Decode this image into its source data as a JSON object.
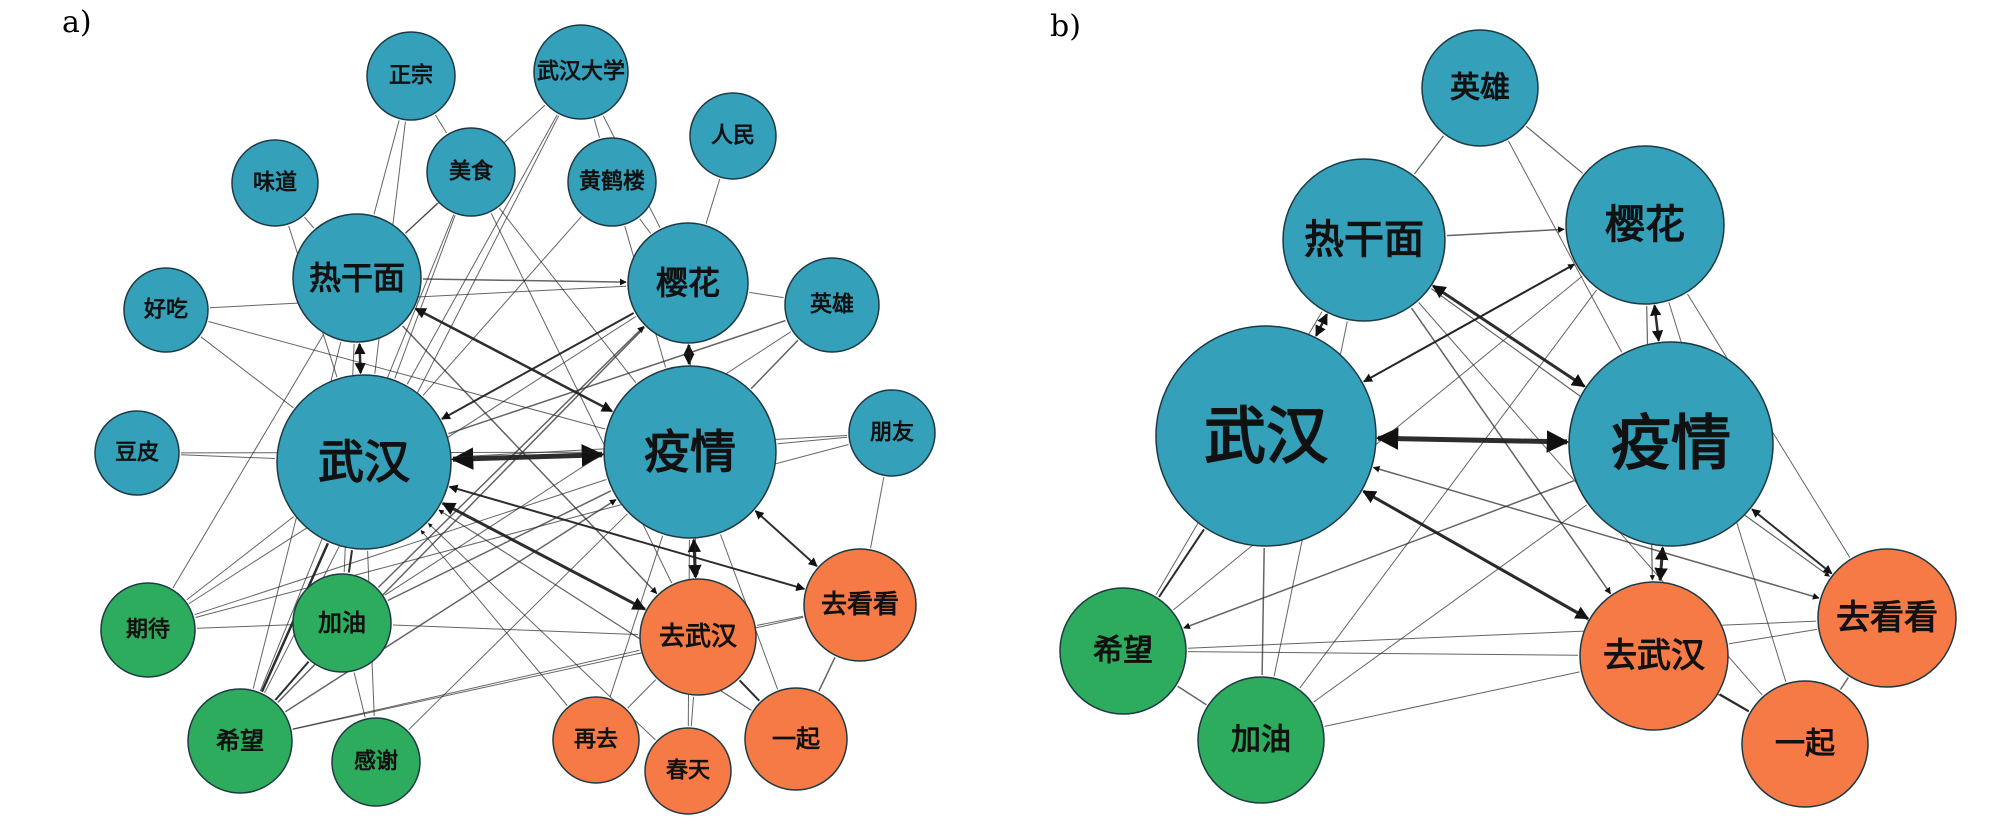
{
  "colors": {
    "blue": "#35A0BA",
    "orange": "#F57A45",
    "green": "#2EAC5E",
    "edge": "#222222",
    "stroke": "#1d3a44"
  },
  "panels": [
    {
      "id": "a",
      "label": "a)",
      "nodes": [
        {
          "id": "a-zhengzong",
          "text": "正宗",
          "group": "blue"
        },
        {
          "id": "a-whdx",
          "text": "武汉大学",
          "group": "blue"
        },
        {
          "id": "a-renmin",
          "text": "人民",
          "group": "blue"
        },
        {
          "id": "a-weidao",
          "text": "味道",
          "group": "blue"
        },
        {
          "id": "a-meishi",
          "text": "美食",
          "group": "blue"
        },
        {
          "id": "a-hhl",
          "text": "黄鹤楼",
          "group": "blue"
        },
        {
          "id": "a-rgm",
          "text": "热干面",
          "group": "blue"
        },
        {
          "id": "a-yinghua",
          "text": "樱花",
          "group": "blue"
        },
        {
          "id": "a-yingxiong",
          "text": "英雄",
          "group": "blue"
        },
        {
          "id": "a-haochi",
          "text": "好吃",
          "group": "blue"
        },
        {
          "id": "a-doupi",
          "text": "豆皮",
          "group": "blue"
        },
        {
          "id": "a-wuhan",
          "text": "武汉",
          "group": "blue"
        },
        {
          "id": "a-yiqing",
          "text": "疫情",
          "group": "blue"
        },
        {
          "id": "a-pengyou",
          "text": "朋友",
          "group": "blue"
        },
        {
          "id": "a-qikankan",
          "text": "去看看",
          "group": "orange"
        },
        {
          "id": "a-qiwuhan",
          "text": "去武汉",
          "group": "orange"
        },
        {
          "id": "a-qidai",
          "text": "期待",
          "group": "green"
        },
        {
          "id": "a-jiayou",
          "text": "加油",
          "group": "green"
        },
        {
          "id": "a-xiwang",
          "text": "希望",
          "group": "green"
        },
        {
          "id": "a-ganxie",
          "text": "感谢",
          "group": "green"
        },
        {
          "id": "a-zaiqu",
          "text": "再去",
          "group": "orange"
        },
        {
          "id": "a-chuntian",
          "text": "春天",
          "group": "orange"
        },
        {
          "id": "a-yiqi",
          "text": "一起",
          "group": "orange"
        }
      ],
      "edges": [
        {
          "from": "a-wuhan",
          "to": "a-yiqing",
          "weight": 5,
          "arrow": "both"
        },
        {
          "from": "a-wuhan",
          "to": "a-rgm",
          "weight": 2.5,
          "arrow": "both"
        },
        {
          "from": "a-yiqing",
          "to": "a-yinghua",
          "weight": 2.5,
          "arrow": "both"
        },
        {
          "from": "a-yiqing",
          "to": "a-qiwuhan",
          "weight": 3,
          "arrow": "both"
        },
        {
          "from": "a-wuhan",
          "to": "a-qiwuhan",
          "weight": 3,
          "arrow": "both"
        },
        {
          "from": "a-rgm",
          "to": "a-yiqing",
          "weight": 2.5,
          "arrow": "both"
        },
        {
          "from": "a-wuhan",
          "to": "a-qikankan",
          "weight": 2,
          "arrow": "both"
        },
        {
          "from": "a-yiqing",
          "to": "a-qikankan",
          "weight": 2,
          "arrow": "both"
        },
        {
          "from": "a-yinghua",
          "to": "a-wuhan",
          "weight": 2,
          "arrow": "end"
        },
        {
          "from": "a-rgm",
          "to": "a-yinghua",
          "weight": 1.5,
          "arrow": "end"
        },
        {
          "from": "a-rgm",
          "to": "a-qiwuhan",
          "weight": 1.5,
          "arrow": "end"
        },
        {
          "from": "a-yinghua",
          "to": "a-qiwuhan",
          "weight": 1.2,
          "arrow": "end"
        },
        {
          "from": "a-jiayou",
          "to": "a-yinghua",
          "weight": 1.5,
          "arrow": "end"
        },
        {
          "from": "a-xiwang",
          "to": "a-yiqing",
          "weight": 1.5,
          "arrow": "end"
        },
        {
          "from": "a-yiqi",
          "to": "a-wuhan",
          "weight": 1.2,
          "arrow": "end"
        },
        {
          "from": "a-zaiqu",
          "to": "a-wuhan",
          "weight": 1,
          "arrow": "end"
        },
        {
          "from": "a-chuntian",
          "to": "a-wuhan",
          "weight": 1,
          "arrow": "end"
        },
        {
          "from": "a-qiwuhan",
          "to": "a-yiqi",
          "weight": 2,
          "arrow": "none"
        },
        {
          "from": "a-qikankan",
          "to": "a-yiqi",
          "weight": 1.5,
          "arrow": "none"
        },
        {
          "from": "a-wuhan",
          "to": "a-xiwang",
          "weight": 2.5,
          "arrow": "none"
        },
        {
          "from": "a-wuhan",
          "to": "a-jiayou",
          "weight": 2,
          "arrow": "none"
        },
        {
          "from": "a-wuhan",
          "to": "a-qidai",
          "weight": 1,
          "arrow": "none"
        },
        {
          "from": "a-wuhan",
          "to": "a-ganxie",
          "weight": 1,
          "arrow": "none"
        },
        {
          "from": "a-wuhan",
          "to": "a-doupi",
          "weight": 1,
          "arrow": "none"
        },
        {
          "from": "a-wuhan",
          "to": "a-haochi",
          "weight": 1,
          "arrow": "none"
        },
        {
          "from": "a-wuhan",
          "to": "a-meishi",
          "weight": 1,
          "arrow": "none"
        },
        {
          "from": "a-wuhan",
          "to": "a-hhl",
          "weight": 1,
          "arrow": "none"
        },
        {
          "from": "a-wuhan",
          "to": "a-whdx",
          "weight": 1,
          "arrow": "none"
        },
        {
          "from": "a-wuhan",
          "to": "a-zhengzong",
          "weight": 1,
          "arrow": "none"
        },
        {
          "from": "a-wuhan",
          "to": "a-yingxiong",
          "weight": 1.5,
          "arrow": "none"
        },
        {
          "from": "a-wuhan",
          "to": "a-pengyou",
          "weight": 1,
          "arrow": "none"
        },
        {
          "from": "a-wuhan",
          "to": "a-weidao",
          "weight": 1,
          "arrow": "none"
        },
        {
          "from": "a-yiqing",
          "to": "a-yingxiong",
          "weight": 1.5,
          "arrow": "none"
        },
        {
          "from": "a-yiqing",
          "to": "a-pengyou",
          "weight": 1,
          "arrow": "none"
        },
        {
          "from": "a-yiqing",
          "to": "a-hhl",
          "weight": 1,
          "arrow": "none"
        },
        {
          "from": "a-yiqing",
          "to": "a-meishi",
          "weight": 1,
          "arrow": "none"
        },
        {
          "from": "a-yiqing",
          "to": "a-jiayou",
          "weight": 1.5,
          "arrow": "none"
        },
        {
          "from": "a-yiqing",
          "to": "a-qidai",
          "weight": 1,
          "arrow": "none"
        },
        {
          "from": "a-yiqing",
          "to": "a-zaiqu",
          "weight": 1,
          "arrow": "none"
        },
        {
          "from": "a-yiqing",
          "to": "a-chuntian",
          "weight": 1,
          "arrow": "none"
        },
        {
          "from": "a-yiqing",
          "to": "a-yiqi",
          "weight": 1,
          "arrow": "none"
        },
        {
          "from": "a-yiqing",
          "to": "a-ganxie",
          "weight": 1,
          "arrow": "none"
        },
        {
          "from": "a-yiqing",
          "to": "a-doupi",
          "weight": 1,
          "arrow": "none"
        },
        {
          "from": "a-yiqing",
          "to": "a-haochi",
          "weight": 1,
          "arrow": "none"
        },
        {
          "from": "a-rgm",
          "to": "a-weidao",
          "weight": 1,
          "arrow": "none"
        },
        {
          "from": "a-rgm",
          "to": "a-meishi",
          "weight": 1,
          "arrow": "none"
        },
        {
          "from": "a-rgm",
          "to": "a-zhengzong",
          "weight": 1,
          "arrow": "none"
        },
        {
          "from": "a-rgm",
          "to": "a-whdx",
          "weight": 1,
          "arrow": "none"
        },
        {
          "from": "a-rgm",
          "to": "a-xiwang",
          "weight": 1,
          "arrow": "none"
        },
        {
          "from": "a-rgm",
          "to": "a-qidai",
          "weight": 1,
          "arrow": "none"
        },
        {
          "from": "a-rgm",
          "to": "a-jiayou",
          "weight": 1,
          "arrow": "none"
        },
        {
          "from": "a-yinghua",
          "to": "a-whdx",
          "weight": 1,
          "arrow": "none"
        },
        {
          "from": "a-yinghua",
          "to": "a-hhl",
          "weight": 1,
          "arrow": "none"
        },
        {
          "from": "a-yinghua",
          "to": "a-renmin",
          "weight": 1,
          "arrow": "none"
        },
        {
          "from": "a-yinghua",
          "to": "a-yingxiong",
          "weight": 1,
          "arrow": "none"
        },
        {
          "from": "a-yinghua",
          "to": "a-xiwang",
          "weight": 1.5,
          "arrow": "none"
        },
        {
          "from": "a-meishi",
          "to": "a-zhengzong",
          "weight": 1,
          "arrow": "none"
        },
        {
          "from": "a-meishi",
          "to": "a-qiwuhan",
          "weight": 1,
          "arrow": "none"
        },
        {
          "from": "a-whdx",
          "to": "a-hhl",
          "weight": 1,
          "arrow": "none"
        },
        {
          "from": "a-qiwuhan",
          "to": "a-jiayou",
          "weight": 1,
          "arrow": "none"
        },
        {
          "from": "a-qiwuhan",
          "to": "a-xiwang",
          "weight": 1,
          "arrow": "none"
        },
        {
          "from": "a-qiwuhan",
          "to": "a-chuntian",
          "weight": 1,
          "arrow": "none"
        },
        {
          "from": "a-qiwuhan",
          "to": "a-zaiqu",
          "weight": 1,
          "arrow": "none"
        },
        {
          "from": "a-qikankan",
          "to": "a-pengyou",
          "weight": 1,
          "arrow": "none"
        },
        {
          "from": "a-qikankan",
          "to": "a-xiwang",
          "weight": 1,
          "arrow": "none"
        },
        {
          "from": "a-qikankan",
          "to": "a-qiwuhan",
          "weight": 1,
          "arrow": "none"
        },
        {
          "from": "a-xiwang",
          "to": "a-jiayou",
          "weight": 2,
          "arrow": "none"
        },
        {
          "from": "a-jiayou",
          "to": "a-qidai",
          "weight": 1,
          "arrow": "none"
        },
        {
          "from": "a-jiayou",
          "to": "a-ganxie",
          "weight": 1,
          "arrow": "none"
        },
        {
          "from": "a-haochi",
          "to": "a-yinghua",
          "weight": 1,
          "arrow": "none"
        },
        {
          "from": "a-jiayou",
          "to": "a-yingxiong",
          "weight": 1,
          "arrow": "none"
        },
        {
          "from": "a-xiwang",
          "to": "a-meishi",
          "weight": 1,
          "arrow": "none"
        },
        {
          "from": "a-xiwang",
          "to": "a-whdx",
          "weight": 1,
          "arrow": "none"
        },
        {
          "from": "a-qidai",
          "to": "a-pengyou",
          "weight": 1,
          "arrow": "none"
        },
        {
          "from": "a-qidai",
          "to": "a-yinghua",
          "weight": 1,
          "arrow": "none"
        }
      ]
    },
    {
      "id": "b",
      "label": "b)",
      "nodes": [
        {
          "id": "b-yingxiong",
          "text": "英雄",
          "group": "blue"
        },
        {
          "id": "b-rgm",
          "text": "热干面",
          "group": "blue"
        },
        {
          "id": "b-yinghua",
          "text": "樱花",
          "group": "blue"
        },
        {
          "id": "b-wuhan",
          "text": "武汉",
          "group": "blue"
        },
        {
          "id": "b-yiqing",
          "text": "疫情",
          "group": "blue"
        },
        {
          "id": "b-xiwang",
          "text": "希望",
          "group": "green"
        },
        {
          "id": "b-qiwuhan",
          "text": "去武汉",
          "group": "orange"
        },
        {
          "id": "b-qikankan",
          "text": "去看看",
          "group": "orange"
        },
        {
          "id": "b-jiayou",
          "text": "加油",
          "group": "green"
        },
        {
          "id": "b-yiqi",
          "text": "一起",
          "group": "orange"
        }
      ],
      "edges": [
        {
          "from": "b-wuhan",
          "to": "b-yiqing",
          "weight": 5,
          "arrow": "both"
        },
        {
          "from": "b-wuhan",
          "to": "b-rgm",
          "weight": 2.5,
          "arrow": "both"
        },
        {
          "from": "b-yiqing",
          "to": "b-yinghua",
          "weight": 2.5,
          "arrow": "both"
        },
        {
          "from": "b-rgm",
          "to": "b-yiqing",
          "weight": 3,
          "arrow": "both"
        },
        {
          "from": "b-wuhan",
          "to": "b-qiwuhan",
          "weight": 3,
          "arrow": "both"
        },
        {
          "from": "b-yiqing",
          "to": "b-qiwuhan",
          "weight": 3,
          "arrow": "both"
        },
        {
          "from": "b-yiqing",
          "to": "b-qikankan",
          "weight": 2,
          "arrow": "both"
        },
        {
          "from": "b-wuhan",
          "to": "b-qikankan",
          "weight": 1.5,
          "arrow": "both"
        },
        {
          "from": "b-rgm",
          "to": "b-yinghua",
          "weight": 1.5,
          "arrow": "end"
        },
        {
          "from": "b-yinghua",
          "to": "b-wuhan",
          "weight": 2,
          "arrow": "end"
        },
        {
          "from": "b-wuhan",
          "to": "b-yinghua",
          "weight": 1.5,
          "arrow": "end"
        },
        {
          "from": "b-rgm",
          "to": "b-qiwuhan",
          "weight": 1.5,
          "arrow": "end"
        },
        {
          "from": "b-yinghua",
          "to": "b-qiwuhan",
          "weight": 1.2,
          "arrow": "end"
        },
        {
          "from": "b-yiqing",
          "to": "b-xiwang",
          "weight": 1.5,
          "arrow": "end"
        },
        {
          "from": "b-yiqi",
          "to": "b-wuhan",
          "weight": 1.2,
          "arrow": "end"
        },
        {
          "from": "b-rgm",
          "to": "b-qikankan",
          "weight": 1.2,
          "arrow": "end"
        },
        {
          "from": "b-yingxiong",
          "to": "b-rgm",
          "weight": 1.2,
          "arrow": "none"
        },
        {
          "from": "b-yingxiong",
          "to": "b-yinghua",
          "weight": 1.2,
          "arrow": "none"
        },
        {
          "from": "b-yingxiong",
          "to": "b-yiqing",
          "weight": 1,
          "arrow": "none"
        },
        {
          "from": "b-wuhan",
          "to": "b-xiwang",
          "weight": 2,
          "arrow": "none"
        },
        {
          "from": "b-wuhan",
          "to": "b-jiayou",
          "weight": 1.5,
          "arrow": "none"
        },
        {
          "from": "b-qiwuhan",
          "to": "b-yiqi",
          "weight": 2,
          "arrow": "none"
        },
        {
          "from": "b-qikankan",
          "to": "b-yiqi",
          "weight": 1.5,
          "arrow": "none"
        },
        {
          "from": "b-qiwuhan",
          "to": "b-qikankan",
          "weight": 1,
          "arrow": "none"
        },
        {
          "from": "b-xiwang",
          "to": "b-jiayou",
          "weight": 1.5,
          "arrow": "none"
        },
        {
          "from": "b-xiwang",
          "to": "b-qiwuhan",
          "weight": 1,
          "arrow": "none"
        },
        {
          "from": "b-xiwang",
          "to": "b-qikankan",
          "weight": 1,
          "arrow": "none"
        },
        {
          "from": "b-jiayou",
          "to": "b-qiwuhan",
          "weight": 1,
          "arrow": "none"
        },
        {
          "from": "b-jiayou",
          "to": "b-yiqing",
          "weight": 1,
          "arrow": "none"
        },
        {
          "from": "b-jiayou",
          "to": "b-yinghua",
          "weight": 1,
          "arrow": "none"
        },
        {
          "from": "b-xiwang",
          "to": "b-yinghua",
          "weight": 1,
          "arrow": "none"
        },
        {
          "from": "b-xiwang",
          "to": "b-rgm",
          "weight": 1,
          "arrow": "none"
        },
        {
          "from": "b-yinghua",
          "to": "b-yiqi",
          "weight": 1,
          "arrow": "none"
        },
        {
          "from": "b-rgm",
          "to": "b-yiqi",
          "weight": 1,
          "arrow": "none"
        },
        {
          "from": "b-yinghua",
          "to": "b-qikankan",
          "weight": 1,
          "arrow": "none"
        },
        {
          "from": "b-jiayou",
          "to": "b-rgm",
          "weight": 1,
          "arrow": "none"
        }
      ]
    }
  ]
}
